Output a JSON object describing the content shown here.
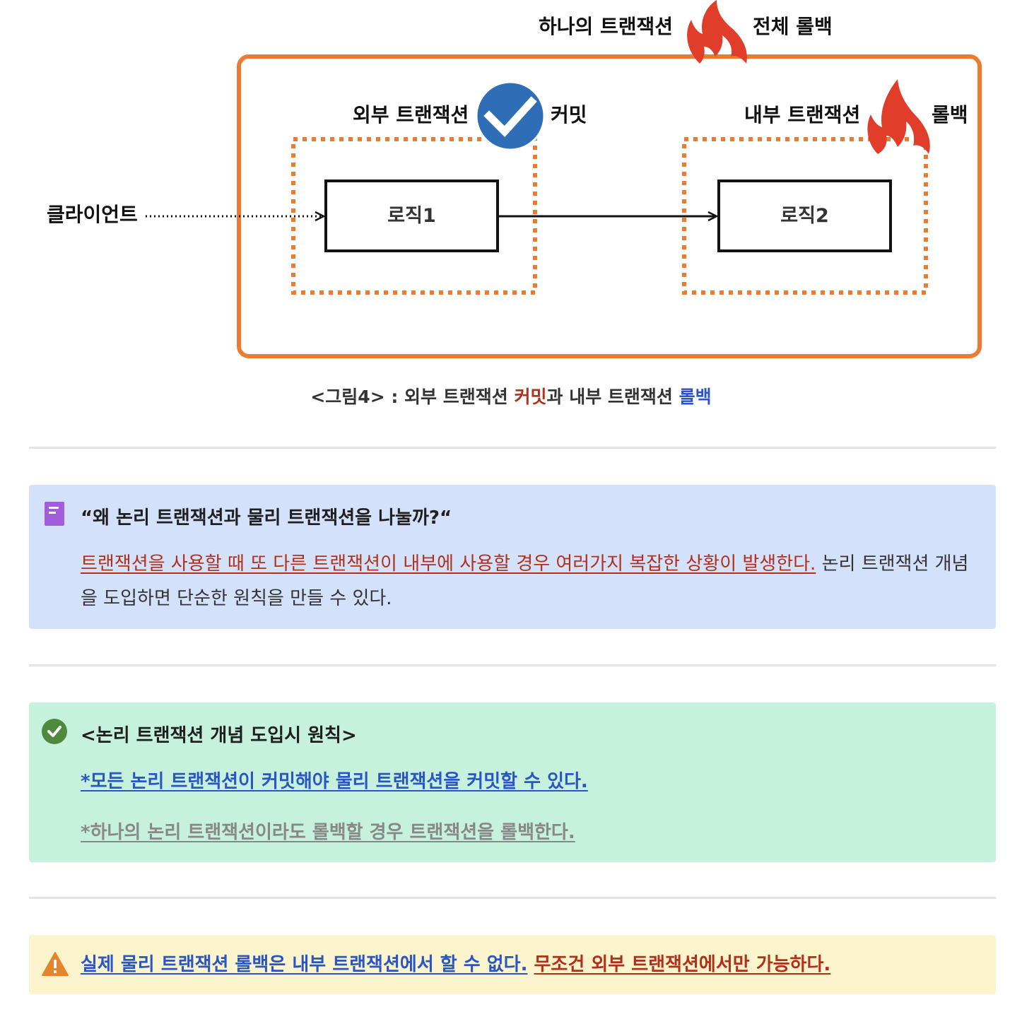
{
  "figure": {
    "top_label_left": "하나의 트랜잭션",
    "top_label_right": "전체 롤백",
    "outer_label": "외부 트랜잭션",
    "outer_status": "커밋",
    "inner_label": "내부 트랜잭션",
    "inner_status": "롤백",
    "client_label": "클라이언트",
    "logic1": "로직1",
    "logic2": "로직2",
    "icons": [
      "fire-icon",
      "check-circle-icon"
    ],
    "colors": {
      "outer_frame": "#ec7a2f",
      "flame": "#e03e2b",
      "check": "#2f6db7"
    }
  },
  "caption": {
    "prefix": "<그림4> : 외부 트랜잭션 ",
    "commit": "커밋",
    "middle": "과 내부 트랜잭션 ",
    "rollback": "롤백"
  },
  "callout_question": {
    "icon": "note-icon",
    "title": "“왜 논리 트랜잭션과 물리 트랜잭션을 나눌까?“",
    "highlight": "트랜잭션을 사용할 때 또 다른 트랜잭션이 내부에 사용할 경우 여러가지 복잡한 상황이 발생한다.",
    "rest": " 논리 트랜잭션 개념을 도입하면 단순한 원칙을 만들 수 있다."
  },
  "callout_rules": {
    "icon": "check-circle-icon",
    "title": "<논리 트랜잭션 개념 도입시 원칙>",
    "rule1": "*모든 논리 트랜잭션이 커밋해야 물리 트랜잭션을 커밋할 수 있다.",
    "rule2": "*하나의 논리 트랜잭션이라도 롤백할 경우 트랜잭션을 롤백한다."
  },
  "callout_warning": {
    "icon": "warning-icon",
    "part1": "실제 물리 트랜잭션 롤백은 내부 트랜잭션에서 할 수 없다.",
    "part2": "무조건 외부 트랜잭션에서만 가능하다."
  }
}
